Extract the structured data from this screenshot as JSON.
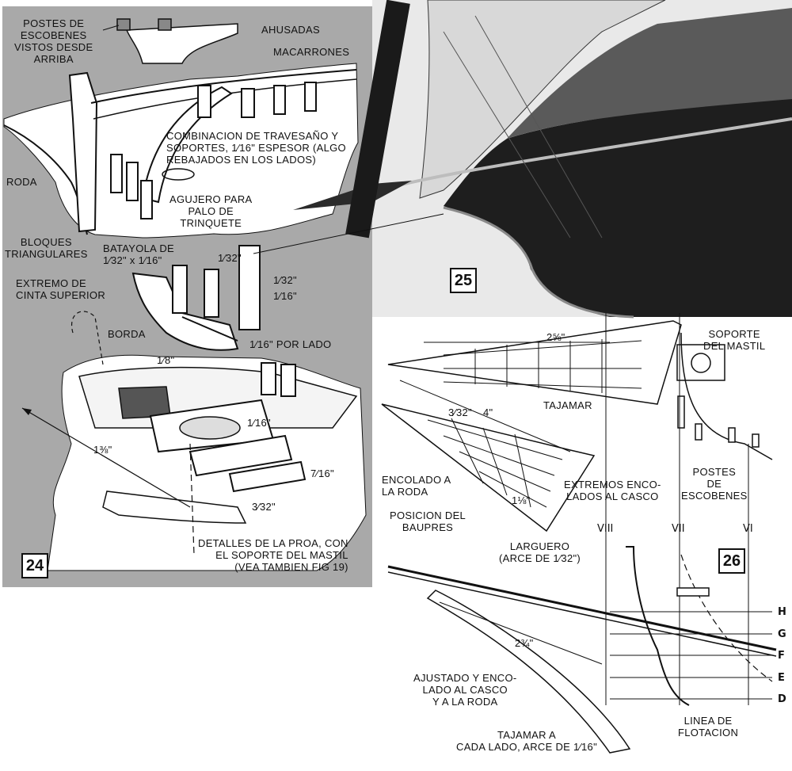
{
  "figures": {
    "fig24": {
      "number": "24",
      "labels": {
        "postes_vistos": "POSTES DE\nESCOBENES\nVISTOS DESDE\nARRIBA",
        "ahusadas": "AHUSADAS",
        "macarrones": "MACARRONES",
        "combinacion": "COMBINACION DE TRAVESAÑO Y\nSOPORTES, 1⁄16\" ESPESOR (ALGO\nREBAJADOS EN LOS LADOS)",
        "roda": "RODA",
        "agujero": "AGUJERO PARA\nPALO DE\nTRINQUETE",
        "bloques": "BLOQUES\nTRIANGULARES",
        "batayola": "BATAYOLA DE\n1⁄32\" x 1⁄16\"",
        "dim_132_a": "1⁄32\"",
        "dim_132_b": "1⁄32\"",
        "dim_116_a": "1⁄16\"",
        "extremo": "EXTREMO DE\nCINTA SUPERIOR",
        "borda": "BORDA",
        "por_lado": "1⁄16\" POR LADO",
        "dim_18": "1⁄8\"",
        "dim_116_b": "1⁄16\"",
        "dim_138": "1⅜\"",
        "dim_716": "7⁄16\"",
        "dim_332": "3⁄32\"",
        "detalles": "DETALLES DE LA PROA, CON\nEL SOPORTE DEL MASTIL\n(VEA TAMBIEN FIG 19)"
      }
    },
    "fig25": {
      "number": "25"
    },
    "fig26": {
      "number": "26",
      "labels": {
        "dim_258": "2⅝\"",
        "soporte": "SOPORTE\nDEL MASTIL",
        "tajamar": "TAJAMAR",
        "dim_4": "4\"",
        "dim_332": "3⁄32\"",
        "encolado": "ENCOLADO A\nLA RODA",
        "extremos": "EXTREMOS ENCO-\nLADOS AL CASCO",
        "postes": "POSTES\nDE\nESCOBENES",
        "dim_118": "1⅛\"",
        "posicion": "POSICION DEL\nBAUPRES",
        "larguero": "LARGUERO\n(ARCE DE 1⁄32\")",
        "dim_234": "2¾\"",
        "ajustado": "AJUSTADO Y ENCO-\nLADO AL CASCO\nY A LA RODA",
        "tajamar_cada": "TAJAMAR A\nCADA LADO, ARCE DE 1⁄16\"",
        "linea": "LINEA DE\nFLOTACION"
      },
      "stations": [
        "VIII",
        "VII",
        "VI"
      ],
      "waterlines": [
        "H",
        "G",
        "F",
        "E",
        "D"
      ]
    }
  },
  "colors": {
    "panel_gray": "#a9a9a9",
    "ink": "#111111",
    "paper": "#ffffff",
    "hull_dark": "#1e1e1e"
  }
}
